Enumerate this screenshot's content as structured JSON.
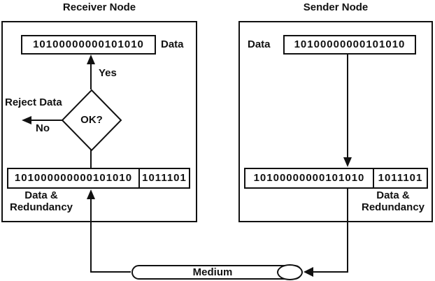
{
  "receiver": {
    "title": "Receiver Node",
    "data_value": "10100000000101010",
    "data_label": "Data",
    "yes_label": "Yes",
    "no_label": "No",
    "reject_label": "Reject Data",
    "decision_label": "OK?",
    "dr_data": "101000000000101010",
    "dr_redundancy": "1011101",
    "dr_label_line1": "Data &",
    "dr_label_line2": "Redundancy"
  },
  "sender": {
    "title": "Sender Node",
    "data_label": "Data",
    "data_value": "10100000000101010",
    "dr_data": "10100000000101010",
    "dr_redundancy": "1011101",
    "dr_label_line1": "Data &",
    "dr_label_line2": "Redundancy"
  },
  "medium": {
    "label": "Medium"
  },
  "colors": {
    "line": "#111111",
    "background": "#ffffff"
  }
}
